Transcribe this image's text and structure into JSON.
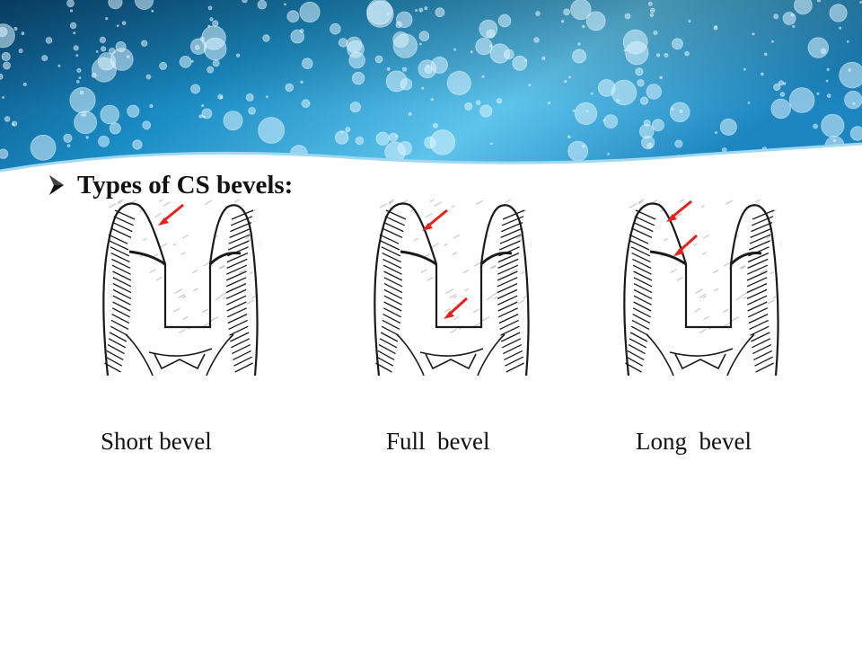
{
  "slide": {
    "title": "Types of CS bevels",
    "title_suffix": ":",
    "bullet_icon": "arrow-bullet-icon"
  },
  "diagrams": [
    {
      "caption": "Short bevel",
      "arrows": 1
    },
    {
      "caption": "Full  bevel",
      "arrows": 2
    },
    {
      "caption": "Long  bevel",
      "arrows": 2
    }
  ],
  "colors": {
    "arrow": "#e8211b",
    "ink": "#1a1a1a",
    "water_dark": "#0d5f96",
    "water_light": "#7fd0f2"
  }
}
